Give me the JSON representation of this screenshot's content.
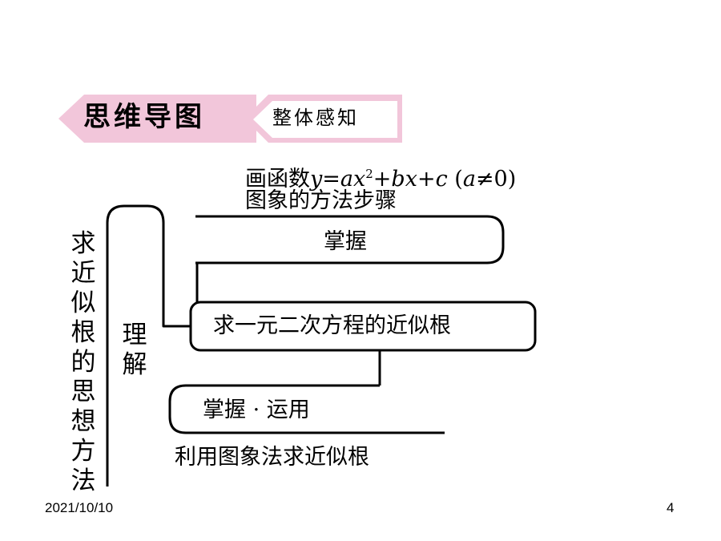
{
  "header": {
    "title": "思维导图",
    "subtitle": "整体感知"
  },
  "diagram": {
    "step_method": {
      "prefix": "画函数",
      "formula_y": "y",
      "formula_eq": "=",
      "formula_a": "a",
      "formula_x1": "x",
      "formula_exp": "2",
      "formula_plus1": "+",
      "formula_b": "b",
      "formula_x2": "x",
      "formula_plus2": "+",
      "formula_c": "c",
      "formula_cond_open": " (",
      "formula_cond_a": "a",
      "formula_cond_rest": "≠0)",
      "line2": "图象的方法步骤"
    },
    "master_label": "掌握",
    "center_box": "求一元二次方程的近似根",
    "apply_label": "掌握 · 运用",
    "graph_method": "利用图象法求近似根",
    "left_vertical": "求近似根的思想方法",
    "understand_vertical": "理解"
  },
  "footer": {
    "date": "2021/10/10",
    "page_number": "4"
  }
}
